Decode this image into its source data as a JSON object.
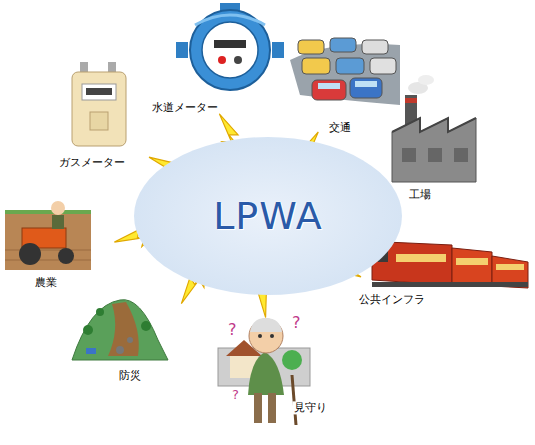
{
  "diagram": {
    "nodes": [
      {
        "text": [
          "LPWA"
        ]
      }
    ],
    "labels": [
      "水道メーター",
      "交通",
      "工場",
      "公共インフラ",
      "見守り",
      "防災",
      "農業",
      "ガスメーター"
    ]
  }
}
